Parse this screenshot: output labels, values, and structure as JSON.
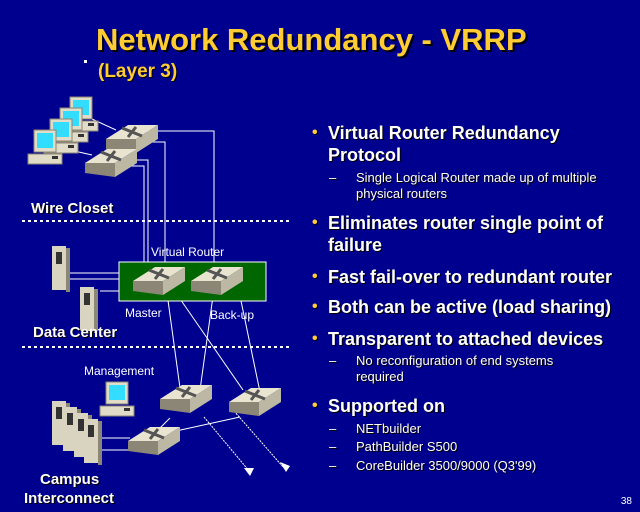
{
  "slide": {
    "title": "Network Redundancy - VRRP",
    "subtitle": "(Layer 3)",
    "page_number": "38",
    "colors": {
      "background": "#00008f",
      "title": "#ffcc33",
      "text": "#ffffff",
      "virtual_router_box": "#006600",
      "bullet": "#ffcc33"
    }
  },
  "diagram": {
    "zones": {
      "wire_closet": "Wire Closet",
      "data_center": "Data Center",
      "campus_line1": "Campus",
      "campus_line2": "Interconnect"
    },
    "labels": {
      "virtual_router": "Virtual Router",
      "master": "Master",
      "backup": "Back-up",
      "management": "Management"
    },
    "icons": [
      "desktop-pc-icon",
      "router-switch-icon",
      "server-tower-icon",
      "arrow-icon"
    ]
  },
  "bullets": [
    {
      "text_line1": "Virtual Router Redundancy",
      "text_line2": "Protocol",
      "sub": [
        {
          "line1": "Single Logical Router made up of multiple",
          "line2": "physical routers"
        }
      ]
    },
    {
      "text_line1": "Eliminates router single point of",
      "text_line2": "failure"
    },
    {
      "text_line1": "Fast fail-over to redundant router"
    },
    {
      "text_line1": "Both can be active (load sharing)"
    },
    {
      "text_line1": "Transparent to attached devices",
      "sub": [
        {
          "line1": "No reconfiguration of end systems",
          "line2": "required"
        }
      ]
    },
    {
      "text_line1": "Supported on",
      "sub": [
        {
          "line1": "NETbuilder"
        },
        {
          "line1": "PathBuilder S500"
        },
        {
          "line1": "CoreBuilder 3500/9000 (Q3'99)"
        }
      ]
    }
  ],
  "dash_glyph": "–",
  "bullet_glyph": "•"
}
